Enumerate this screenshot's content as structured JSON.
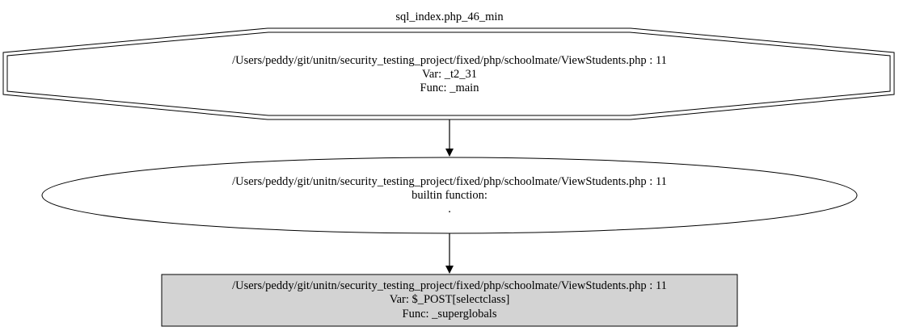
{
  "graph": {
    "title": "sql_index.php_46_min",
    "nodes": [
      {
        "id": "source",
        "shape": "doubleoctagon",
        "lines": [
          "/Users/peddy/git/unitn/security_testing_project/fixed/php/schoolmate/ViewStudents.php : 11",
          "Var: _t2_31",
          "Func: _main"
        ]
      },
      {
        "id": "builtin",
        "shape": "ellipse",
        "lines": [
          "/Users/peddy/git/unitn/security_testing_project/fixed/php/schoolmate/ViewStudents.php : 11",
          "builtin function:",
          "."
        ]
      },
      {
        "id": "sink",
        "shape": "box",
        "lines": [
          "/Users/peddy/git/unitn/security_testing_project/fixed/php/schoolmate/ViewStudents.php : 11",
          "Var: $_POST[selectclass]",
          "Func: _superglobals"
        ]
      }
    ],
    "edges": [
      {
        "from": "source",
        "to": "builtin"
      },
      {
        "from": "builtin",
        "to": "sink"
      }
    ],
    "colors": {
      "stroke": "#000000",
      "sink_fill": "#d3d3d3",
      "background": "#ffffff"
    }
  }
}
